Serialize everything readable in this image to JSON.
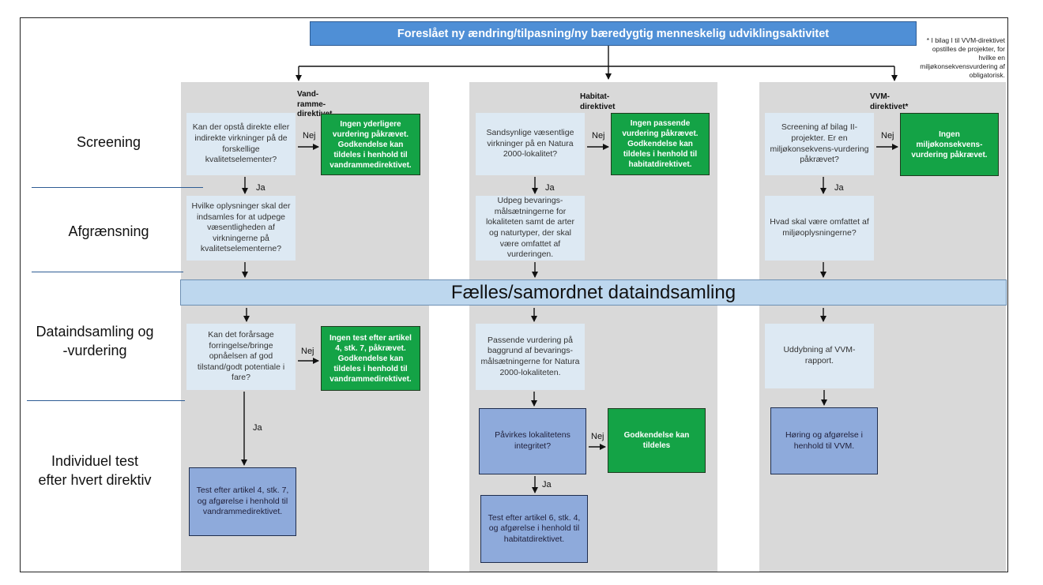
{
  "title": "Foreslået ny ændring/tilpasning/ny bæredygtig menneskelig udviklingsaktivitet",
  "footnote": "* I bilag I til VVM-direktivet opstilles de projekter, for hvilke en miljøkonsekvensvurdering af obligatorisk.",
  "stages": {
    "screening": "Screening",
    "afgraensning": "Afgrænsning",
    "dataindsamling": "Dataindsamling og -vurdering",
    "individuel": "Individuel test efter hvert direktiv"
  },
  "shared_band": "Fælles/samordnet dataindsamling",
  "labels": {
    "no": "Nej",
    "yes": "Ja"
  },
  "water": {
    "label": "Vand-ramme-direktivet",
    "screening_q": "Kan der opstå direkte eller indirekte virkninger på de forskellige kvalitetselementer?",
    "screening_no": "Ingen yderligere vurdering påkrævet. Godkendelse kan tildeles i henhold til vandrammedirektivet.",
    "scoping_q": "Hvilke oplysninger skal der indsamles for at udpege væsentligheden af virkningerne på kvalitetselementerne?",
    "assessment_q": "Kan det forårsage forringelse/bringe opnåelsen af god tilstand/godt potentiale i fare?",
    "assessment_no": "Ingen test efter artikel 4, stk. 7, påkrævet. Godkendelse kan tildeles i henhold til vandrammedirektivet.",
    "test": "Test efter artikel 4, stk. 7, og afgørelse i henhold til vandrammedirektivet."
  },
  "habitat": {
    "label": "Habitat-direktivet",
    "screening_q": "Sandsynlige væsentlige virkninger på en Natura 2000-lokalitet?",
    "screening_no": "Ingen passende vurdering påkrævet. Godkendelse kan tildeles i henhold til habitatdirektivet.",
    "scoping_q": "Udpeg bevarings-målsætningerne for lokaliteten samt de arter og naturtyper, der skal være omfattet af vurderingen.",
    "assessment": "Passende vurdering på baggrund af bevarings-målsætningerne for Natura 2000-lokaliteten.",
    "integrity_q": "Påvirkes lokalitetens integritet?",
    "integrity_no": "Godkendelse kan tildeles",
    "test": "Test efter artikel 6, stk. 4, og afgørelse i henhold til habitatdirektivet."
  },
  "vvm": {
    "label": "VVM-direktivet",
    "label_mark": "*",
    "screening_q": "Screening af bilag II-projekter. Er en miljøkonsekvens-vurdering påkrævet?",
    "screening_no": "Ingen miljøkonsekvens-vurdering påkrævet.",
    "scoping_q": "Hvad skal være omfattet af miljøoplysningerne?",
    "assessment": "Uddybning af VVM-rapport.",
    "decision": "Høring og afgørelse i henhold til VVM."
  },
  "colors": {
    "title_bg": "#4f8fd6",
    "green": "#14a346",
    "blue": "#8eaadb",
    "light": "#dde9f3",
    "band": "#bdd7ee",
    "column": "#d9d9d9"
  }
}
